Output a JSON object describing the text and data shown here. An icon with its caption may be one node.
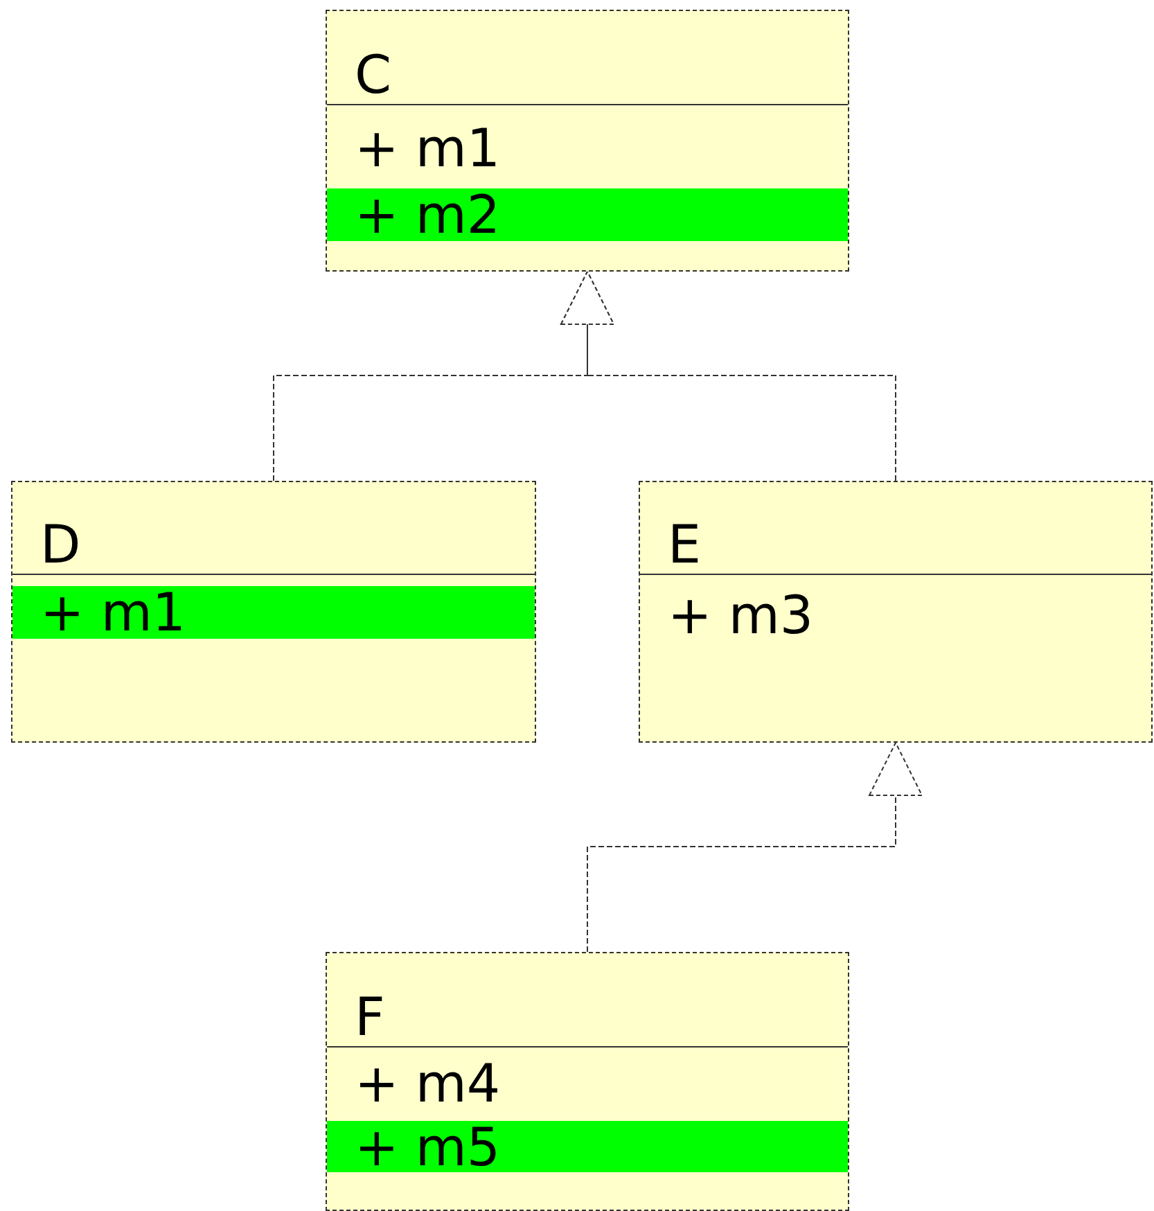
{
  "diagram": {
    "nodes": [
      {
        "text": [
          "C"
        ]
      },
      {
        "text": [
          "+ m1"
        ],
        "in": 0
      },
      {
        "text": [
          "+ m2"
        ],
        "in": 0
      },
      {
        "text": [
          "D"
        ]
      },
      {
        "text": [
          "+ m1"
        ],
        "in": 3
      },
      {
        "text": [
          "E"
        ]
      },
      {
        "text": [
          "+ m3"
        ],
        "in": 5
      },
      {
        "text": [
          "F"
        ]
      },
      {
        "text": [
          "+ m4"
        ],
        "in": 7
      },
      {
        "text": [
          "+ m5"
        ],
        "in": 7
      }
    ],
    "edges": [
      {
        "from": 3,
        "to": 0,
        "arrow": "to",
        "style": "dashed"
      },
      {
        "from": 5,
        "to": 0,
        "arrow": "to",
        "style": "dashed"
      },
      {
        "from": 7,
        "to": 5,
        "arrow": "to",
        "style": "dashed"
      }
    ]
  }
}
